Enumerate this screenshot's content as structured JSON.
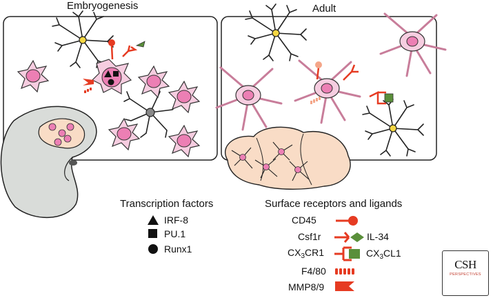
{
  "panels": {
    "embryo": {
      "title": "Embryogenesis"
    },
    "adult": {
      "title": "Adult"
    }
  },
  "legend": {
    "tf_title": "Transcription factors",
    "tf_items": [
      {
        "label": "IRF-8",
        "shape": "triangle"
      },
      {
        "label": "PU.1",
        "shape": "square"
      },
      {
        "label": "Runx1",
        "shape": "circle"
      }
    ],
    "sr_title": "Surface receptors and ligands",
    "cd45": "CD45",
    "csf1r": "Csf1r",
    "il34": "IL-34",
    "cx3cr1": {
      "pre": "CX",
      "sub": "3",
      "post": "CR1"
    },
    "cx3cl1": {
      "pre": "CX",
      "sub": "3",
      "post": "CL1"
    },
    "f480": "F4/80",
    "mmp": "MMP8/9"
  },
  "logo": {
    "main": "CSH",
    "sub": "PERSPECTIVES"
  },
  "colors": {
    "receptor_red": "#e63b22",
    "ligand_green": "#5a8f3a",
    "microglia_fill": "#f6cde0",
    "microglia_nucleus": "#ec7fb4",
    "neuron_soma": "#f5d742",
    "tissue_tan": "#f9dcc6",
    "embryo_gray": "#d9dcd9"
  }
}
